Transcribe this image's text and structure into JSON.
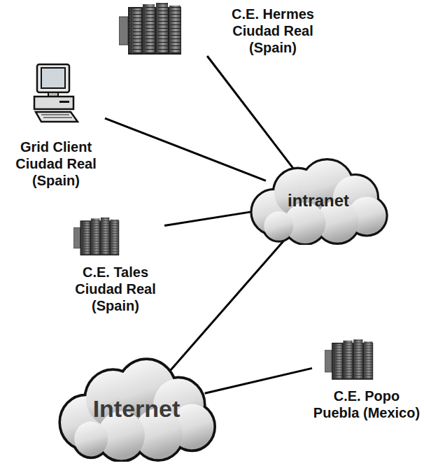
{
  "diagram": {
    "nodes": [
      {
        "text": [
          "C.E. Hermes Ciudad Real (Spain)"
        ]
      },
      {
        "text": [
          "Grid Client Ciudad Real (Spain)"
        ]
      },
      {
        "text": [
          "intranet"
        ]
      },
      {
        "text": [
          "C.E. Tales Ciudad Real (Spain)"
        ]
      },
      {
        "text": [
          "Internet"
        ]
      },
      {
        "text": [
          "C.E. Popo Puebla (Mexico)"
        ]
      }
    ],
    "edges": [
      {
        "from": 0,
        "to": 2,
        "arrow": "none"
      },
      {
        "from": 1,
        "to": 2,
        "arrow": "none"
      },
      {
        "from": 3,
        "to": 2,
        "arrow": "none"
      },
      {
        "from": 2,
        "to": 4,
        "arrow": "none"
      },
      {
        "from": 4,
        "to": 5,
        "arrow": "none"
      }
    ]
  }
}
